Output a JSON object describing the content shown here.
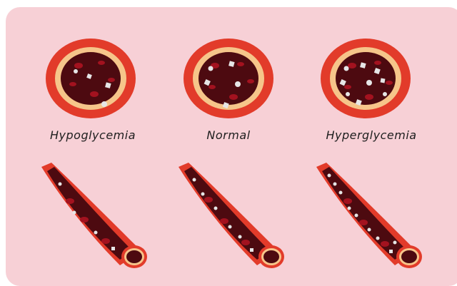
{
  "columns": [
    {
      "id": "hypo",
      "label": "Hypoglycemia",
      "glucose_level": "low"
    },
    {
      "id": "normal",
      "label": "Normal",
      "glucose_level": "normal"
    },
    {
      "id": "hyper",
      "label": "Hyperglycemia",
      "glucose_level": "high"
    }
  ],
  "colors": {
    "background": "#f7d0d6",
    "outer_wall": "#e23b2a",
    "wall_layer": "#f6c58a",
    "lumen": "#4d0a10",
    "red_cell": "#a3121f",
    "glucose": "#e6e6e6"
  }
}
